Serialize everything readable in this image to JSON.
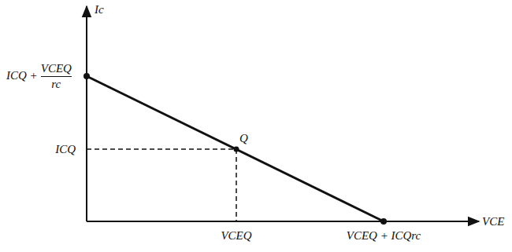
{
  "diagram": {
    "labels": [
      "Ic",
      "ICQ +",
      "VCEQ",
      "rc",
      "ICQ",
      "Q",
      "VCEQ",
      "VCEQ + ICQrc",
      "VCE"
    ]
  }
}
